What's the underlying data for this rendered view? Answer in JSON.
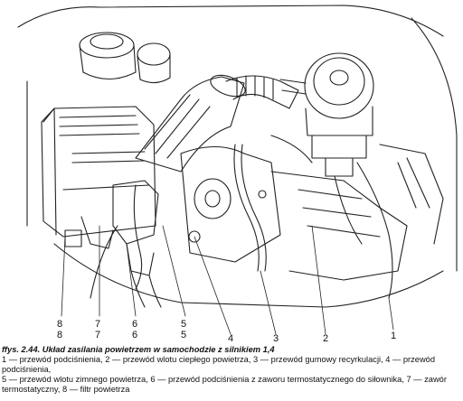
{
  "figure": {
    "callouts": [
      {
        "label": "8",
        "id": "8"
      },
      {
        "label": "7",
        "id": "7"
      },
      {
        "label": "6",
        "id": "6"
      },
      {
        "label": "5",
        "id": "5"
      },
      {
        "label": "4",
        "id": "4"
      },
      {
        "label": "3",
        "id": "3"
      },
      {
        "label": "2",
        "id": "2"
      },
      {
        "label": "1",
        "id": "1"
      }
    ],
    "repeated_labels": [
      "8",
      "7",
      "6",
      "5"
    ]
  },
  "caption": {
    "title": "ffys. 2.44. Układ zasilania powietrzem w samochodzie z silnikiem 1,4",
    "line1": "1 — przewód podciśnienia, 2 — przewód wlotu ciepłego powietrza, 3 — przewód gumowy recyrkulacji, 4 — przewód podciśnienia,",
    "line2": "5 — przewód wlotu zimnego powietrza, 6 — przewód podciśnienia z zaworu termostatycznego do siłownika, 7 — zawór",
    "line3": "termostatyczny, 8 — filtr powietrza"
  }
}
